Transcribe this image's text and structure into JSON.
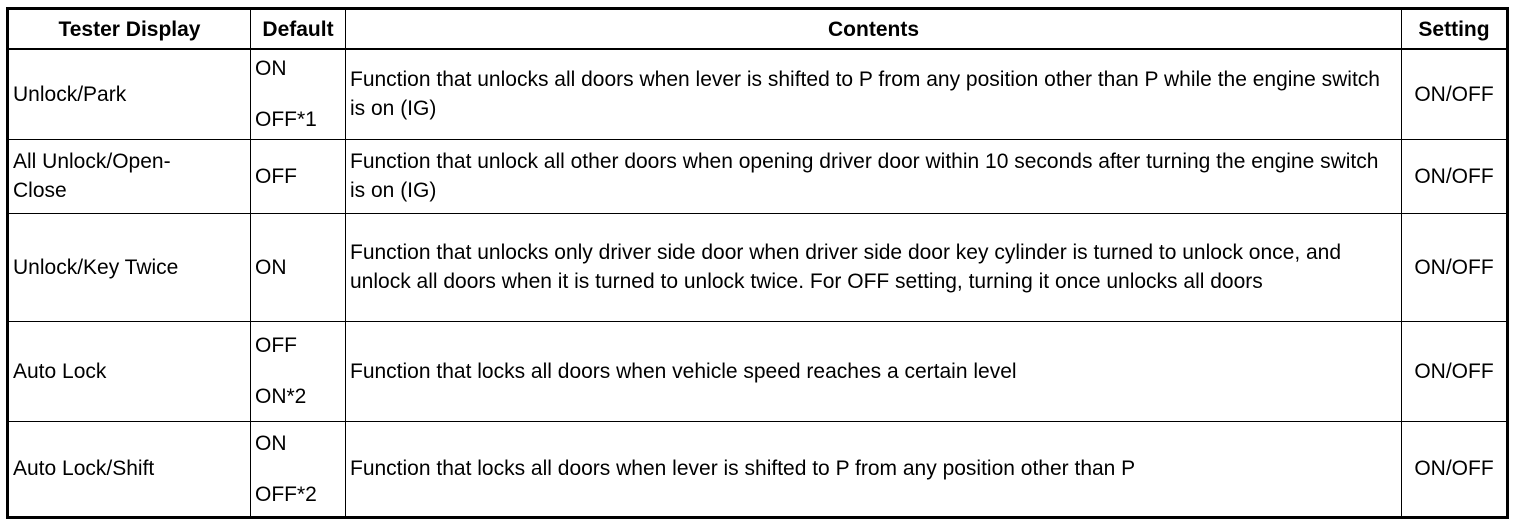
{
  "table": {
    "headers": {
      "tester_display": "Tester Display",
      "default": "Default",
      "contents": "Contents",
      "setting": "Setting"
    },
    "rows": [
      {
        "tester_display": "Unlock/Park",
        "default": [
          "ON",
          "OFF*1"
        ],
        "contents": "Function that unlocks all doors when lever is shifted to P from any position other than P while the engine switch is on (IG)",
        "setting": "ON/OFF"
      },
      {
        "tester_display": "All Unlock/Open-Close",
        "default": [
          "OFF"
        ],
        "contents": "Function that unlock all other doors when opening driver door within 10 seconds after turning the engine switch is on (IG)",
        "setting": "ON/OFF"
      },
      {
        "tester_display": "Unlock/Key Twice",
        "default": [
          "ON"
        ],
        "contents": "Function that unlocks only driver side door when driver side door key cylinder is turned to unlock once, and unlock all doors when it is turned to unlock twice. For OFF setting, turning it once unlocks all doors",
        "setting": "ON/OFF"
      },
      {
        "tester_display": "Auto Lock",
        "default": [
          "OFF",
          "ON*2"
        ],
        "contents": "Function that locks all doors when vehicle speed reaches a certain level",
        "setting": "ON/OFF"
      },
      {
        "tester_display": "Auto Lock/Shift",
        "default": [
          "ON",
          "OFF*2"
        ],
        "contents": "Function that locks all doors when lever is shifted to P from any position other than P",
        "setting": "ON/OFF"
      }
    ]
  }
}
